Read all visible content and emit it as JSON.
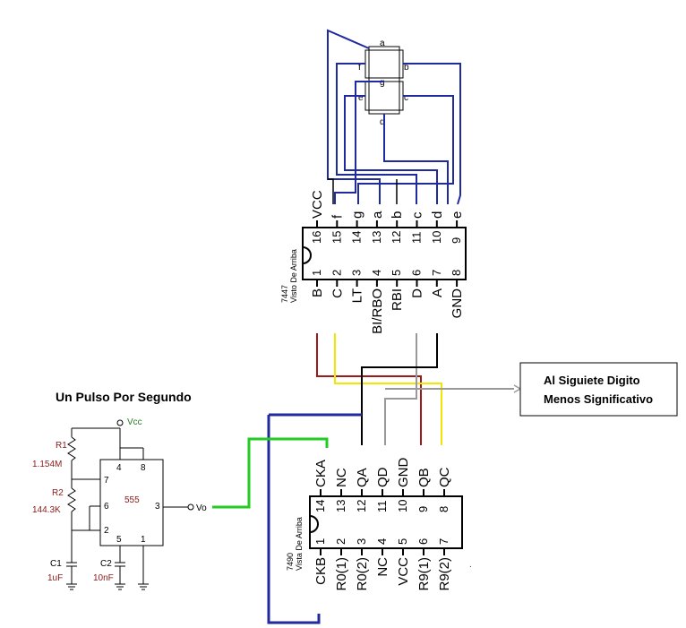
{
  "title": "Un Pulso Por Segundo",
  "note": {
    "line1": "Al Siguiete Digito",
    "line2": "Menos Significativo"
  },
  "display": {
    "segments": [
      "a",
      "b",
      "c",
      "d",
      "e",
      "f",
      "g"
    ]
  },
  "ic7447": {
    "name": "7447",
    "view": "Visto De Arriba",
    "top_pin_numbers": [
      "16",
      "15",
      "14",
      "13",
      "12",
      "11",
      "10",
      "9"
    ],
    "top_pin_labels": [
      "VCC",
      "f",
      "g",
      "a",
      "b",
      "c",
      "d",
      "e"
    ],
    "bottom_pin_numbers": [
      "1",
      "2",
      "3",
      "4",
      "5",
      "6",
      "7",
      "8"
    ],
    "bottom_pin_labels": [
      "B",
      "C",
      "LT",
      "BI/RBO",
      "RBI",
      "D",
      "A",
      "GND"
    ]
  },
  "ic7490": {
    "name": "7490",
    "view": "Vista De Arriba",
    "top_pin_numbers": [
      "14",
      "13",
      "12",
      "11",
      "10",
      "9",
      "8"
    ],
    "top_pin_labels": [
      "CKA",
      "NC",
      "QA",
      "QD",
      "GND",
      "QB",
      "QC"
    ],
    "bottom_pin_numbers": [
      "1",
      "2",
      "3",
      "4",
      "5",
      "6",
      "7"
    ],
    "bottom_pin_labels": [
      "CKB",
      "R0(1)",
      "R0(2)",
      "NC",
      "VCC",
      "R9(1)",
      "R9(2)"
    ]
  },
  "timer": {
    "chip": "555",
    "vcc": "Vcc",
    "out": "Vo",
    "pins": [
      "4",
      "8",
      "7",
      "6",
      "2",
      "5",
      "1",
      "3"
    ],
    "r1_name": "R1",
    "r1_value": "1.154M",
    "r2_name": "R2",
    "r2_value": "144.3K",
    "c1_name": "C1",
    "c1_value": "1uF",
    "c2_name": "C2",
    "c2_value": "10nF"
  },
  "colors": {
    "blue": "#1f2a9e",
    "green": "#22cc22",
    "red": "#9e1a1a",
    "yellow": "#f2e600",
    "gray": "#999999",
    "black": "#000000"
  }
}
